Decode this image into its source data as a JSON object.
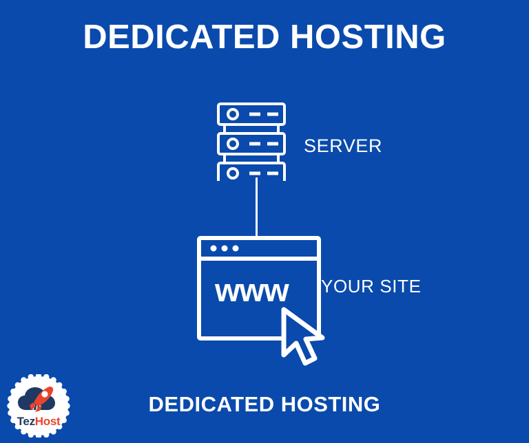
{
  "page": {
    "background_color": "#0a4aac",
    "title_top": "DEDICATED HOSTING",
    "title_bottom": "DEDICATED HOSTING"
  },
  "diagram": {
    "server": {
      "label": "SERVER",
      "icon": "server-rack-icon",
      "units": 3,
      "stroke_color": "#ffffff"
    },
    "connector": {
      "name": "connection-line",
      "color": "#ffffff"
    },
    "site": {
      "label": "YOUR SITE",
      "icon": "browser-window-icon",
      "window_text": "www",
      "titlebar_dots": 3,
      "stroke_color": "#ffffff"
    },
    "cursor": {
      "icon": "mouse-pointer-icon",
      "color": "#ffffff"
    }
  },
  "logo": {
    "name": "tezhost-logo",
    "badge_shape": "starburst-badge",
    "badge_color": "#ffffff",
    "brand_part_1": "Tez",
    "brand_part_2": "Host",
    "brand_color_1": "#1f3864",
    "brand_color_2": "#e8452c",
    "cloud_color": "#1f3864",
    "rocket_color": "#e8452c"
  }
}
